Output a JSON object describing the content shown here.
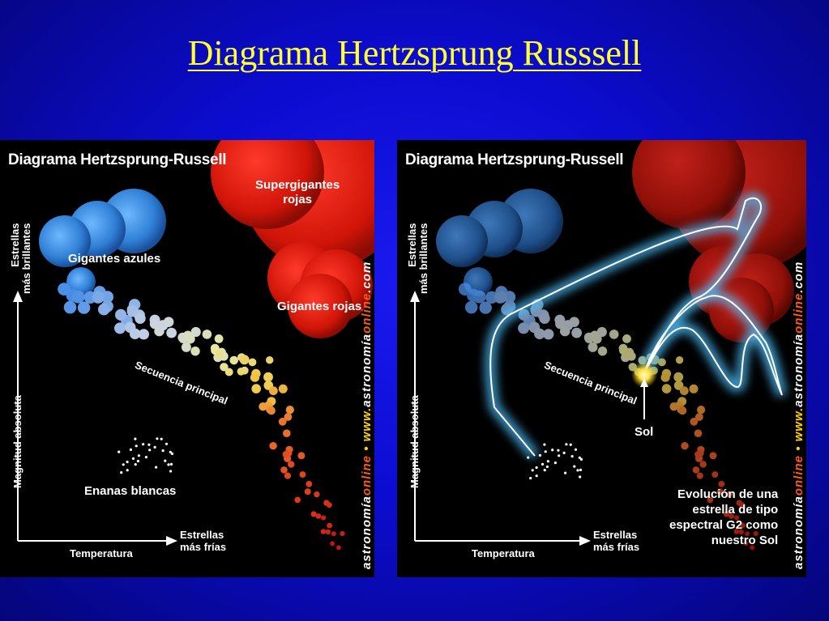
{
  "slide": {
    "title": "Diagrama Hertzsprung Russsell"
  },
  "left_panel": {
    "title": "Diagrama Hertzsprung-Russell",
    "labels": {
      "supergiants": "Supergigantes\nrojas",
      "blue_giants": "Gigantes azules",
      "red_giants": "Gigantes rojas",
      "main_sequence": "Secuencia principal",
      "white_dwarfs": "Enanas blancas",
      "y_axis_top": "Estrellas\nmás brillantes",
      "y_axis": "Magnitud absoluta",
      "x_axis": "Temperatura",
      "x_axis_right": "Estrellas\nmás frías"
    },
    "credit": {
      "www": "www.",
      "astro": "astronomía",
      "online": "online",
      "com": ".com",
      "mid": "astronomíaonline",
      "dot": "•"
    }
  },
  "right_panel": {
    "title": "Diagrama Hertzsprung-Russell",
    "labels": {
      "main_sequence": "Secuencia principal",
      "sun": "Sol",
      "evolution": "Evolución de una\nestrella de tipo\nespectral G2 como\nnuestro Sol",
      "y_axis_top": "Estrellas\nmás brillantes",
      "y_axis": "Magnitud absoluta",
      "x_axis": "Temperatura",
      "x_axis_right": "Estrellas\nmás frías"
    },
    "credit": {
      "www": "www.",
      "astro": "astronomía",
      "online": "online",
      "com": ".com",
      "dot": "•"
    }
  },
  "colors": {
    "title": "#ffff33",
    "background": "#0c0cd0",
    "track": "#ffffff",
    "track_glow": "#4fc3ff"
  }
}
